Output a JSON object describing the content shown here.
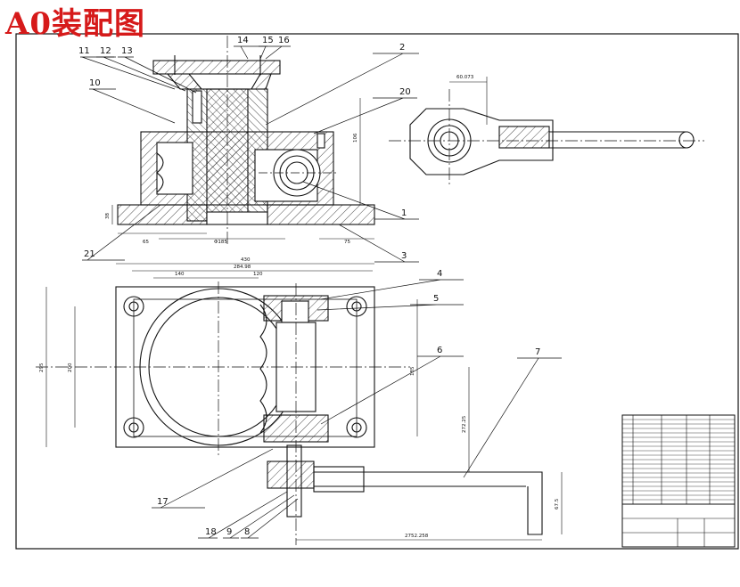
{
  "drawing": {
    "title": "A0装配图",
    "colors": {
      "title": "#d61a1a",
      "line": "#111111",
      "hatch": "#222222",
      "background": "#ffffff"
    },
    "callouts": [
      "1",
      "2",
      "3",
      "4",
      "5",
      "6",
      "7",
      "8",
      "9",
      "10",
      "11",
      "12",
      "13",
      "14",
      "15",
      "16",
      "17",
      "18",
      "20",
      "21"
    ],
    "dimensions": {
      "top_right_width": "60.073",
      "main_vertical": "106",
      "base_height": "38",
      "base_left": "65",
      "base_span": "Φ185",
      "base_right": "75",
      "plan_total": "430",
      "plan_inner": "284.98",
      "plan_left": "140",
      "plan_mid": "120",
      "plan_height": "295",
      "plan_inner_height": "200",
      "plan_right_height": "185",
      "shaft_height": "272.25",
      "crank_length": "2752.258",
      "crank_height": "67.5"
    }
  }
}
